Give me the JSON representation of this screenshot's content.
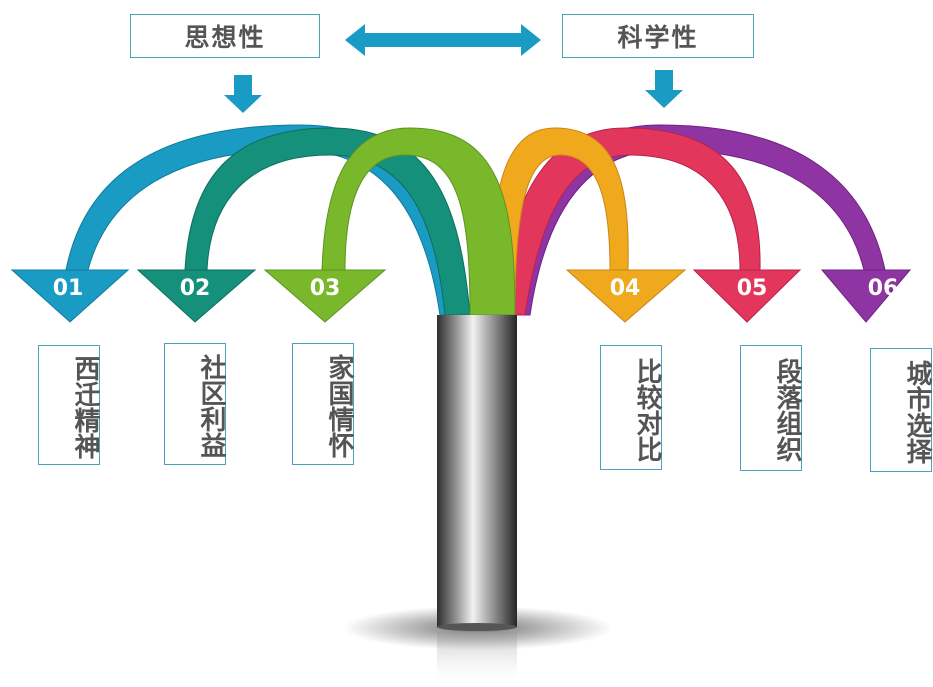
{
  "headers": {
    "left": "思想性",
    "right": "科学性"
  },
  "branches": [
    {
      "number": "01",
      "label": "西迁精神",
      "color": "#1a9bc4"
    },
    {
      "number": "02",
      "label": "社区利益",
      "color": "#14907b"
    },
    {
      "number": "03",
      "label": "家国情怀",
      "color": "#78b82a"
    },
    {
      "number": "04",
      "label": "比较对比",
      "color": "#f0a81c"
    },
    {
      "number": "05",
      "label": "段落组织",
      "color": "#e3365d"
    },
    {
      "number": "06",
      "label": "城市选择",
      "color": "#8f34a3"
    }
  ],
  "colors": {
    "box_border": "#4aa3b8",
    "connector": "#1a9bc4",
    "text": "#555555"
  }
}
